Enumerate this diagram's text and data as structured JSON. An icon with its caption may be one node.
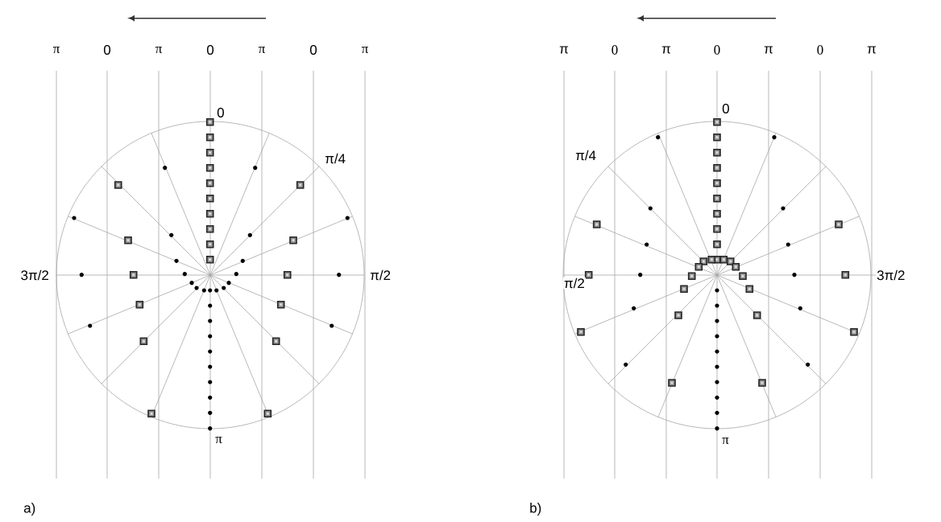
{
  "diagram": {
    "labels": [
      "π",
      "0",
      "π",
      "0",
      "π",
      "0",
      "π",
      "π",
      "0",
      "π",
      "0",
      "π",
      "0",
      "π",
      "0",
      "π/4",
      "3π/2",
      "π/2",
      "π",
      "0",
      "π/4",
      "π/2",
      "3π/2",
      "π",
      "a)",
      "b)"
    ]
  }
}
